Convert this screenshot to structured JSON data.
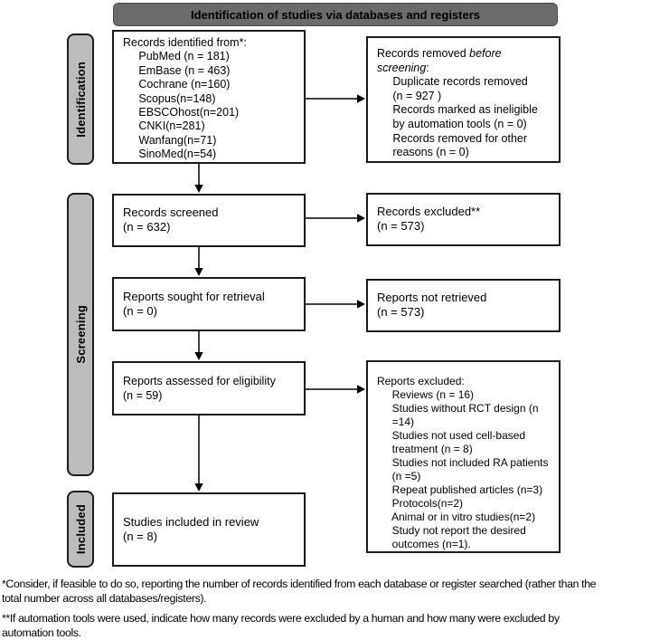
{
  "header": {
    "title": "Identification of studies via databases and registers"
  },
  "sidebar": {
    "identification": "Identification",
    "screening": "Screening",
    "included": "Included"
  },
  "flow": {
    "records_identified": "Records identified from*:\n     PubMed (n = 181)\n     EmBase (n = 463)\n     Cochrane (n=160)\n     Scopus(n=148)\n     EBSCOhost(n=201)\n     CNKI(n=281)\n     Wanfang(n=71)\n     SinoMed(n=54)",
    "records_removed": {
      "pre": "Records removed ",
      "italic": "before\nscreening",
      "post": ":",
      "details": "\n     Duplicate records removed\n     (n = 927 )\n     Records marked as ineligible\n     by automation tools (n = 0)\n     Records removed for other\n     reasons (n = 0)"
    },
    "records_screened": "Records screened\n(n = 632)",
    "records_excluded": "Records excluded**\n(n = 573)",
    "reports_sought": "Reports sought for retrieval\n(n = 0)",
    "reports_not_retrieved": "Reports not retrieved\n(n = 573)",
    "reports_assessed": "Reports assessed for eligibility\n(n = 59)",
    "reports_excluded": "Reports excluded:\n     Reviews (n = 16)\n     Studies without RCT design (n\n     =14)\n     Studies not used cell-based\n     treatment (n = 8)\n     Studies not included RA patients\n     (n =5)\n     Repeat published articles (n=3)\n     Protocols(n=2)\n     Animal or in vitro studies(n=2)\n     Study not report the desired\n     outcomes (n=1).",
    "studies_included": "Studies included in review\n(n = 8)"
  },
  "footnotes": {
    "first": "*Consider, if feasible to do so, reporting the number of records identified from each database or register searched (rather than the\ntotal number across all databases/registers).",
    "second": "**If automation tools were used, indicate how many records were excluded by a human and how many were excluded by\nautomation tools."
  },
  "colors": {
    "banner_fill": "#6b6b6b",
    "stage_label_fill": "#bcbcbc",
    "box_border": "#1a1a1a",
    "arrow": "#000000"
  }
}
